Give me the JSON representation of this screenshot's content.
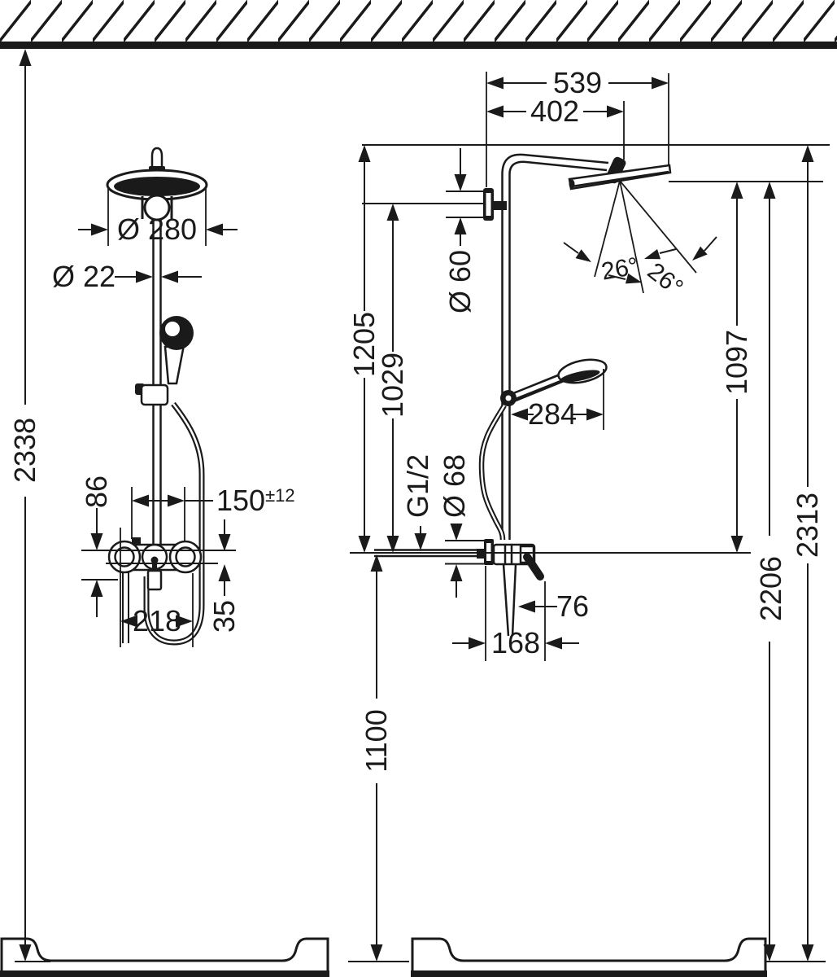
{
  "drawing": {
    "type": "shower-system-dimension-drawing",
    "front_view": {
      "overall_height": "2338",
      "showerhead_diameter": "Ø 280",
      "pipe_diameter": "Ø 22",
      "mixer_upper_offset": "86",
      "connection_spacing": "150",
      "connection_tolerance": "±12",
      "mixer_width": "218",
      "mixer_lower_offset": "35"
    },
    "side_view": {
      "arm_projection_outer": "539",
      "arm_projection": "402",
      "wall_escutcheon_diameter": "Ø 60",
      "top_to_valve_height": "1205",
      "bracket_to_valve_height": "1029",
      "head_tilt_left": "26°",
      "head_tilt_right": "26°",
      "head_to_valve_height": "1097",
      "handshower_projection": "284",
      "connection_thread": "G1/2",
      "valve_escutcheon_diameter": "Ø 68",
      "valve_depth": "76",
      "valve_width": "168",
      "valve_to_tray_height": "1100",
      "head_to_tray_height": "2206",
      "top_to_tray_height": "2313"
    },
    "colors": {
      "ink": "#1a1a1a",
      "background": "#ffffff"
    }
  }
}
